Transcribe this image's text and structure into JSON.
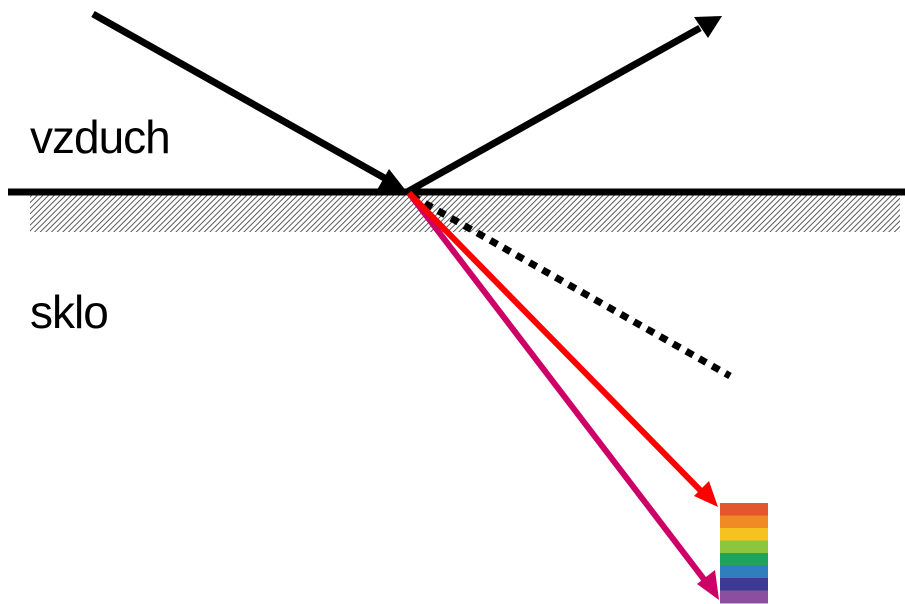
{
  "labels": {
    "upper_medium": "vzduch",
    "lower_medium": "sklo"
  },
  "colors": {
    "interface": "#000000",
    "incident_ray": "#000000",
    "reflected_ray": "#000000",
    "unrefracted_extension": "#000000",
    "refracted_red": "#ff0000",
    "refracted_violet": "#cc0066",
    "hatch": "#5a5a5a"
  },
  "spectrum": {
    "bands": [
      "#e4572e",
      "#f08a24",
      "#f6c21f",
      "#8cc63f",
      "#21a35a",
      "#2f7fbf",
      "#3b3a95",
      "#8b4fa0"
    ]
  },
  "icons": {
    "incident_arrowhead": "arrowhead",
    "reflected_arrowhead": "arrowhead",
    "red_arrowhead": "arrowhead",
    "violet_arrowhead": "arrowhead"
  }
}
